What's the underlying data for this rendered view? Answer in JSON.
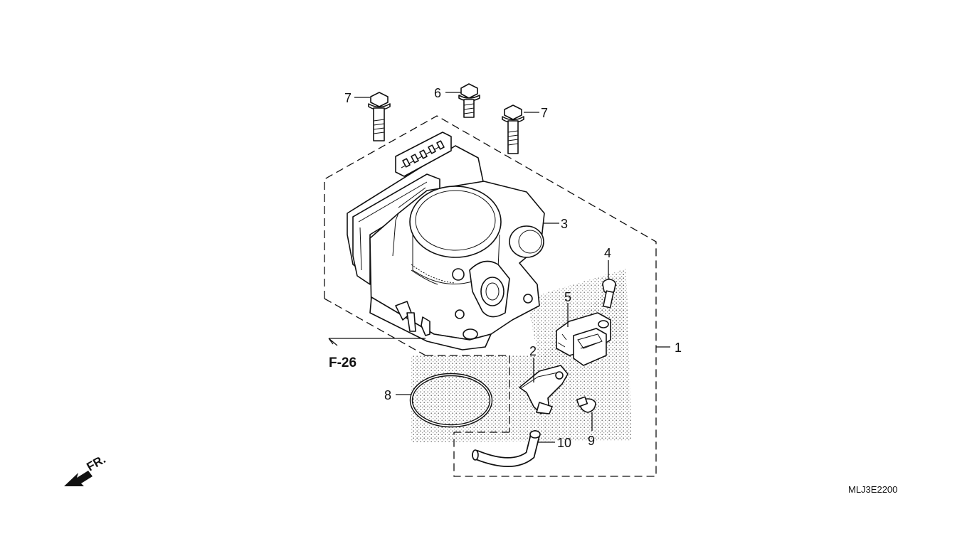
{
  "diagram": {
    "code": "MLJ3E2200",
    "reference": "F-26",
    "direction": "FR.",
    "callouts": [
      {
        "id": "1",
        "label": "1"
      },
      {
        "id": "2",
        "label": "2"
      },
      {
        "id": "3",
        "label": "3"
      },
      {
        "id": "4",
        "label": "4"
      },
      {
        "id": "5",
        "label": "5"
      },
      {
        "id": "6",
        "label": "6"
      },
      {
        "id": "7a",
        "label": "7"
      },
      {
        "id": "7b",
        "label": "7"
      },
      {
        "id": "8",
        "label": "8"
      },
      {
        "id": "9",
        "label": "9"
      },
      {
        "id": "10",
        "label": "10"
      }
    ]
  },
  "colors": {
    "ink": "#111111",
    "paper": "#ffffff"
  },
  "icons": [
    "front-direction-arrow-icon",
    "reference-arrow-icon"
  ]
}
